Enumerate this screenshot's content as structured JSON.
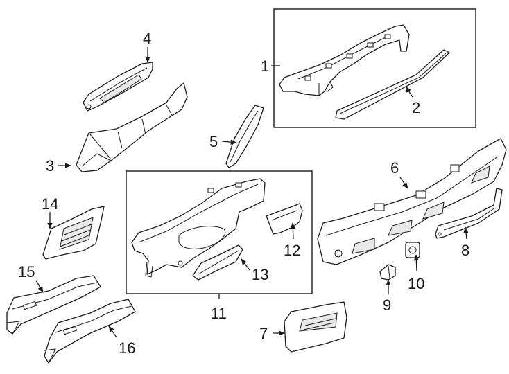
{
  "callouts": [
    "1",
    "2",
    "3",
    "4",
    "5",
    "6",
    "7",
    "8",
    "9",
    "10",
    "11",
    "12",
    "13",
    "14",
    "15",
    "16"
  ],
  "colors": {
    "line": "#1a1a1a",
    "background": "#ffffff"
  }
}
